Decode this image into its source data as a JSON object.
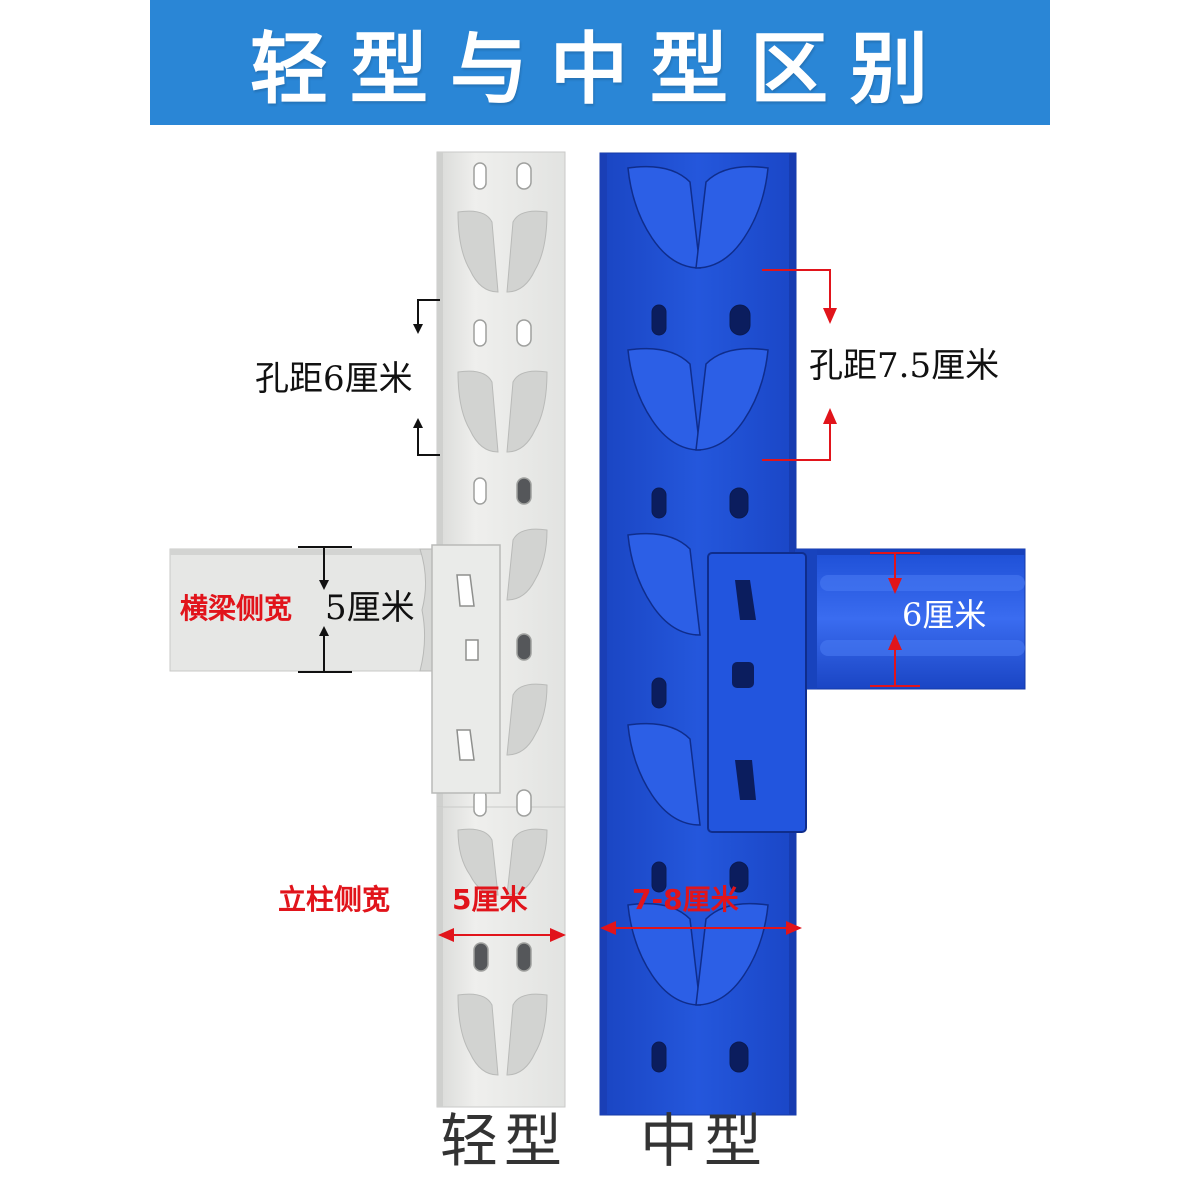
{
  "title": "轻型与中型区别",
  "colors": {
    "banner": "#2a86d6",
    "light_post": "#e8e9e7",
    "medium_post": "#1e4fd0",
    "annotation_red": "#e1141b"
  },
  "light": {
    "type_label": "轻型",
    "hole_spacing_label": "孔距6厘米",
    "beam_label_red": "横梁侧宽",
    "beam_width_label": "5厘米",
    "post_label_red": "立柱侧宽",
    "post_width_label": "5厘米"
  },
  "medium": {
    "type_label": "中型",
    "hole_spacing_label": "孔距7.5厘米",
    "beam_width_label": "6厘米",
    "post_width_label": "7-8厘米"
  }
}
